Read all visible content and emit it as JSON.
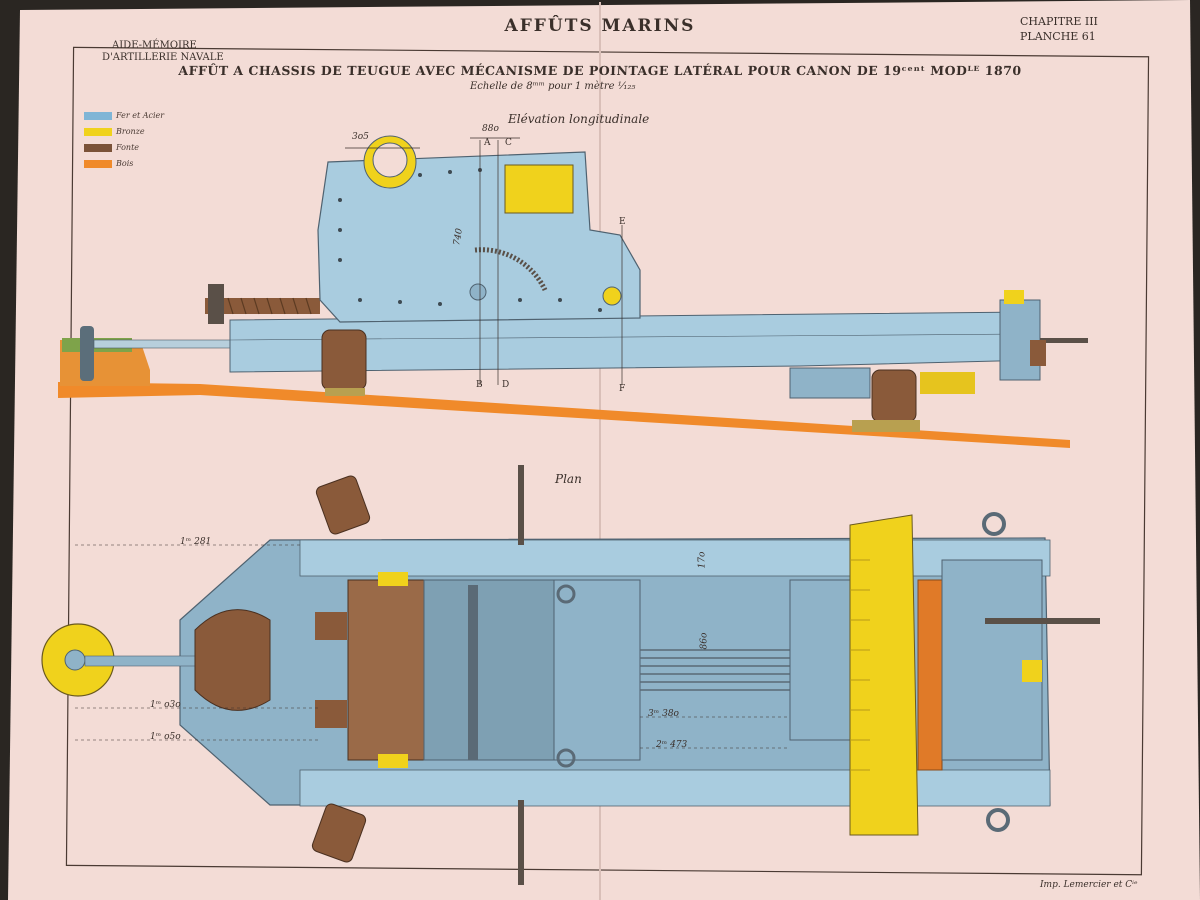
{
  "header": {
    "title": "AFFÛTS MARINS",
    "left_line1": "AIDE-MÉMOIRE",
    "left_line2": "D'ARTILLERIE NAVALE",
    "chapter": "CHAPITRE III",
    "plate": "PLANCHE 61"
  },
  "subtitle": "AFFÛT A CHASSIS DE TEUGUE AVEC MÉCANISME DE POINTAGE LATÉRAL POUR CANON DE 19ᶜᵉⁿᵗ MODᴸᴱ 1870",
  "scale": "Echelle de 8ᵐᵐ pour 1 mètre  ¹⁄₁₂₅",
  "legend": [
    {
      "label": "Fer et Acier",
      "color": "#7fb5d6"
    },
    {
      "label": "Bronze",
      "color": "#f0d21c"
    },
    {
      "label": "Fonte",
      "color": "#7a5238"
    },
    {
      "label": "Bois",
      "color": "#f08a2a"
    }
  ],
  "views": {
    "elevation_title": "Elévation longitudinale",
    "plan_title": "Plan"
  },
  "elevation_marks": {
    "A": "A",
    "B": "B",
    "C": "C",
    "D": "D",
    "E": "E",
    "F": "F",
    "dim_top_1": "3o5",
    "dim_top_2": "88o",
    "dim_side": "740"
  },
  "plan_dims": {
    "d1": "1ᵐ 281",
    "d2": "1ᵐ o3o",
    "d3": "1ᵐ o5o",
    "d4": "3ᵐ 38o",
    "d5": "2ᵐ 473",
    "d6": "86o",
    "d7": "17o"
  },
  "printer": "Imp. Lemercier et Cⁱᵉ"
}
